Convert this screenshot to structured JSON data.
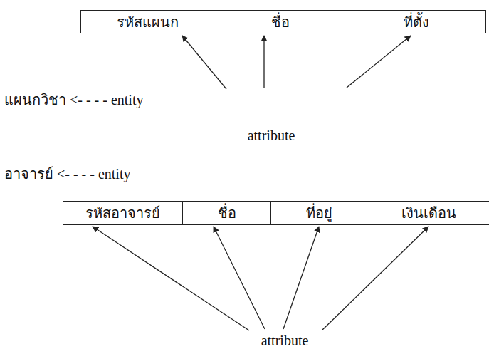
{
  "diagram": {
    "nodes": [
      {
        "text": [
          "รหัสแผนก"
        ]
      },
      {
        "text": [
          "ชื่อ"
        ]
      },
      {
        "text": [
          "ที่ตั้ง"
        ]
      },
      {
        "text": [
          "รหัสอาจารย์"
        ]
      },
      {
        "text": [
          "ชื่อ"
        ]
      },
      {
        "text": [
          "ที่อยู่"
        ]
      },
      {
        "text": [
          "เงินเดือน"
        ]
      }
    ],
    "labels": [
      "แผนกวิชา <- - - - entity",
      "attribute",
      "อาจารย์ <- - - - entity",
      "attribute"
    ]
  }
}
